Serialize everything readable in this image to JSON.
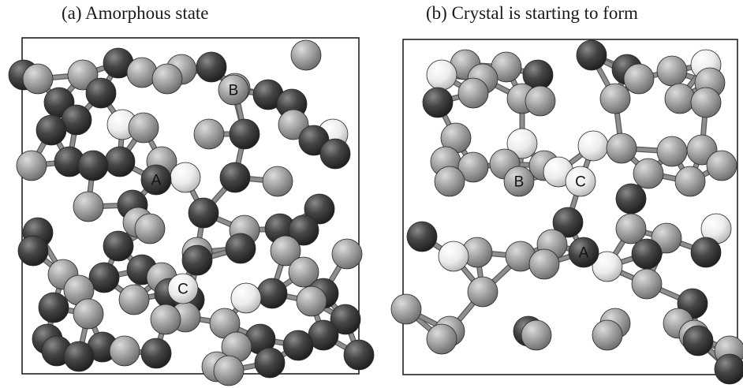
{
  "panels": [
    {
      "title": "(a) Amorphous state",
      "labels": [
        {
          "text": "A",
          "shade": "dark"
        },
        {
          "text": "B",
          "shade": "mid"
        },
        {
          "text": "C",
          "shade": "light"
        }
      ]
    },
    {
      "title": "(b) Crystal is starting to form",
      "labels": [
        {
          "text": "A",
          "shade": "dark"
        },
        {
          "text": "B",
          "shade": "mid"
        },
        {
          "text": "C",
          "shade": "light"
        }
      ]
    }
  ],
  "colors": {
    "dark": "#3c3c3c",
    "mid": "#a4a4a4",
    "light": "#ececec",
    "bond": "#8e8e8e",
    "frame": "#222222"
  }
}
